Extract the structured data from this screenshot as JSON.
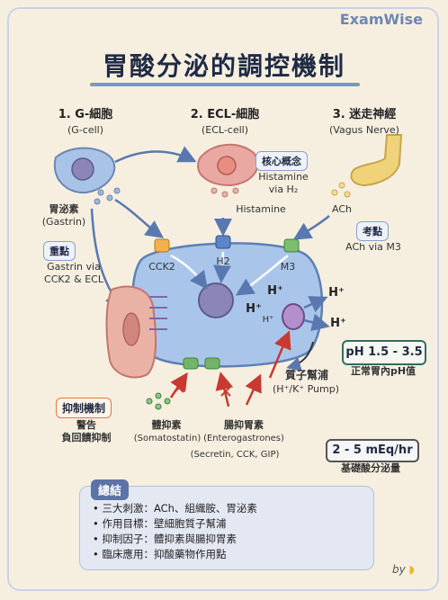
{
  "brand": "ExamWise",
  "title": "胃酸分泌的調控機制",
  "sources": [
    {
      "heading": "1. G-細胞",
      "sub": "(G-cell)"
    },
    {
      "heading": "2. ECL-細胞",
      "sub": "(ECL-cell)"
    },
    {
      "heading": "3. 迷走神經",
      "sub": "(Vagus Nerve)"
    }
  ],
  "labels": {
    "gastrin": "胃泌素",
    "gastrin_en": "(Gastrin)",
    "key_point": "重點",
    "gastrin_via_1": "Gastrin via",
    "gastrin_via_2": "CCK2 & ECL",
    "core_concept": "核心概念",
    "histamine_via_1": "Histamine",
    "histamine_via_2": "via H₂",
    "histamine": "Histamine",
    "ach": "ACh",
    "exam_point": "考點",
    "ach_via": "ACh via M3",
    "cck2": "CCK2",
    "h2": "H2",
    "m3": "M3",
    "hplus": "H⁺",
    "proton_pump": "質子幫浦",
    "proton_pump_en": "(H⁺/K⁺ Pump)",
    "ph": "pH 1.5 - 3.5",
    "ph_note": "正常胃內pH值",
    "inhibition": "抑制機制",
    "warning": "警告",
    "negative_feedback": "負回饋抑制",
    "somatostatin": "體抑素",
    "somatostatin_en": "(Somatostatin)",
    "enterogastrone": "腸抑胃素",
    "enterogastrone_en": "(Enterogastrones)",
    "entero_examples": "(Secretin, CCK, GIP)",
    "basal_rate": "2 - 5 mEq/hr",
    "basal_note": "基礎酸分泌量"
  },
  "summary": {
    "title": "總結",
    "items": [
      "三大刺激：ACh、組織胺、胃泌素",
      "作用目標：壁細胞質子幫浦",
      "抑制因子：體抑素與腸抑胃素",
      "臨床應用：抑酸藥物作用點"
    ]
  },
  "by": "by",
  "colors": {
    "accent": "#5b73a6",
    "ecl": "#e9a8a2",
    "gcell": "#a8c3e6",
    "nerve": "#f0d27a",
    "parietal": "#a9c6ea",
    "inhibit": "#d9443a"
  }
}
